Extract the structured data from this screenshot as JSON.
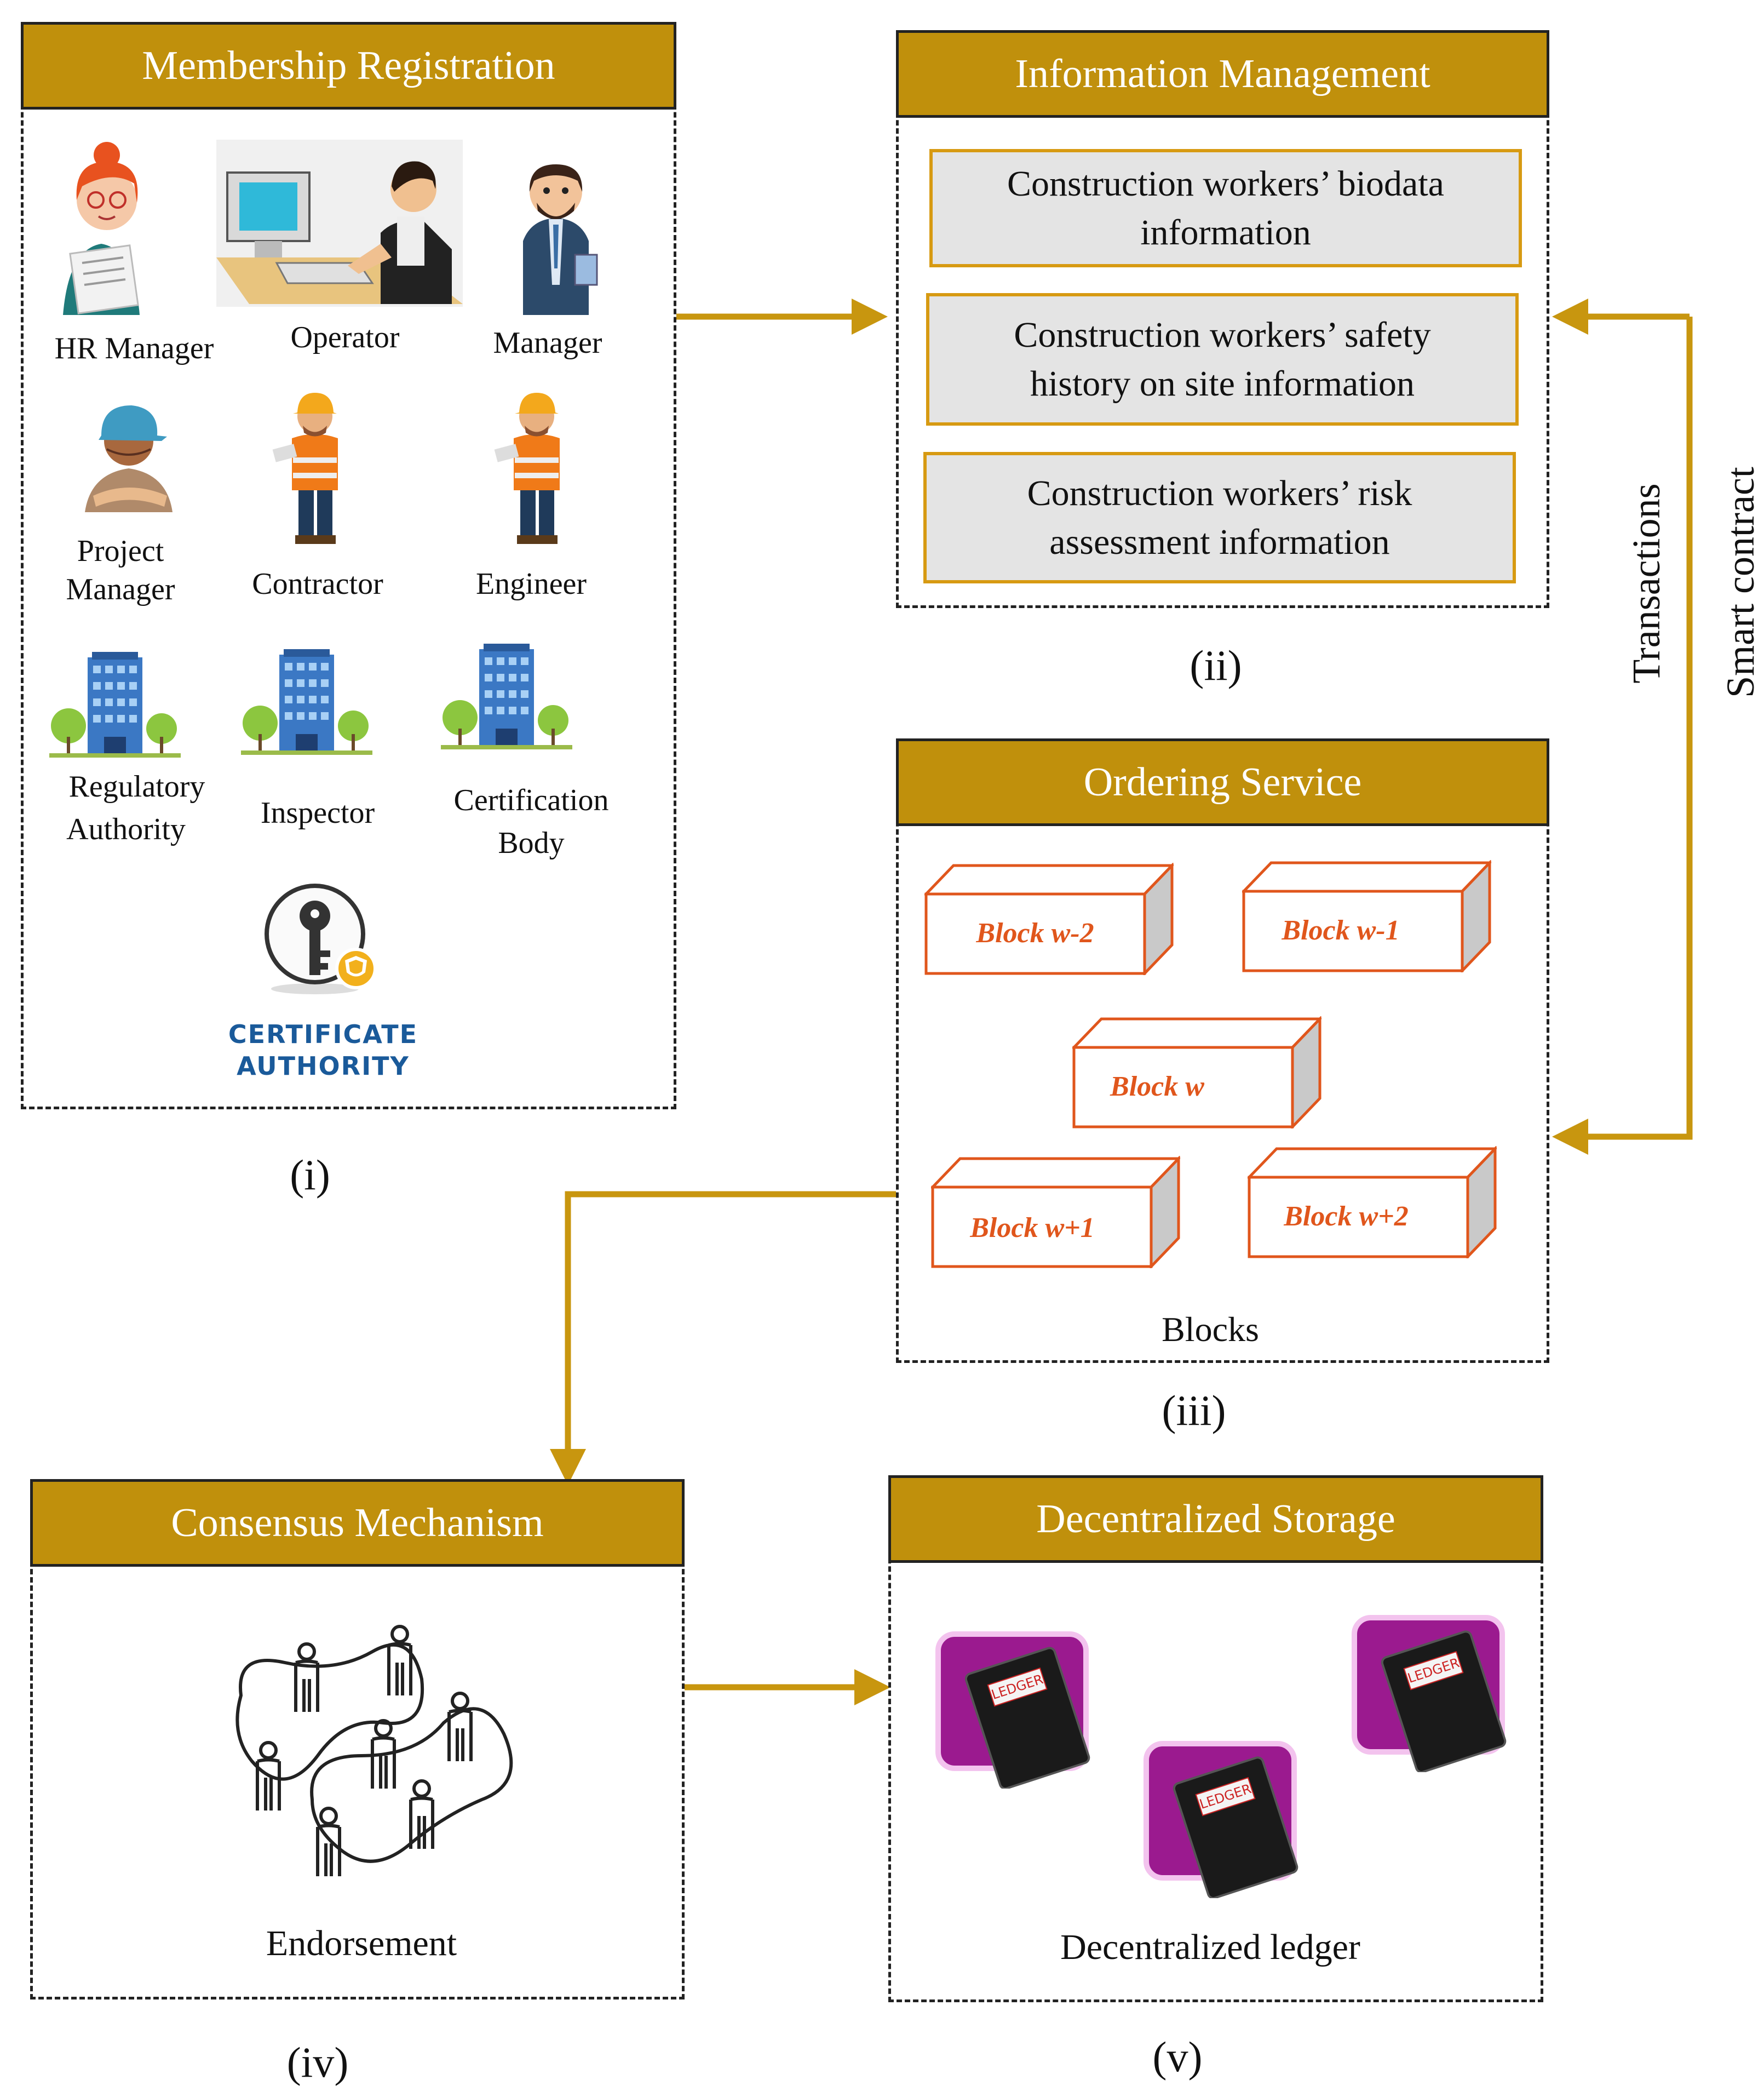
{
  "membership": {
    "title": "Membership Registration",
    "caption": "(i)",
    "roles": {
      "hr_manager": "HR Manager",
      "operator": "Operator",
      "manager": "Manager",
      "project_manager_1": "Project",
      "project_manager_2": "Manager",
      "contractor": "Contractor",
      "engineer": "Engineer",
      "regulatory_1": "Regulatory",
      "regulatory_2": "Authority",
      "inspector": "Inspector",
      "certification_1": "Certification",
      "certification_2": "Body"
    },
    "ca_line1": "CERTIFICATE",
    "ca_line2": "AUTHORITY"
  },
  "information": {
    "title": "Information Management",
    "caption": "(ii)",
    "items": [
      {
        "line1": "Construction workers’ biodata",
        "line2": "information"
      },
      {
        "line1": "Construction workers’ safety",
        "line2": "history on site information"
      },
      {
        "line1": "Construction workers’ risk",
        "line2": "assessment information"
      }
    ]
  },
  "ordering": {
    "title": "Ordering Service",
    "caption": "(iii)",
    "blocks": [
      "Block w-2",
      "Block w-1",
      "Block w",
      "Block w+1",
      "Block w+2"
    ],
    "footer": "Blocks"
  },
  "consensus": {
    "title": "Consensus Mechanism",
    "caption": "(iv)",
    "footer": "Endorsement"
  },
  "storage": {
    "title": "Decentralized Storage",
    "caption": "(v)",
    "ledger_label": "LEDGER",
    "footer": "Decentralized ledger"
  },
  "side_labels": {
    "transactions": "Transactions",
    "smart_contract": "Smart contract"
  },
  "colors": {
    "header": "#c0900c",
    "arrow": "#c8960f",
    "block_outline": "#e0561c",
    "info_border": "#d79a12",
    "ledger_purple": "#9b1a8f"
  }
}
